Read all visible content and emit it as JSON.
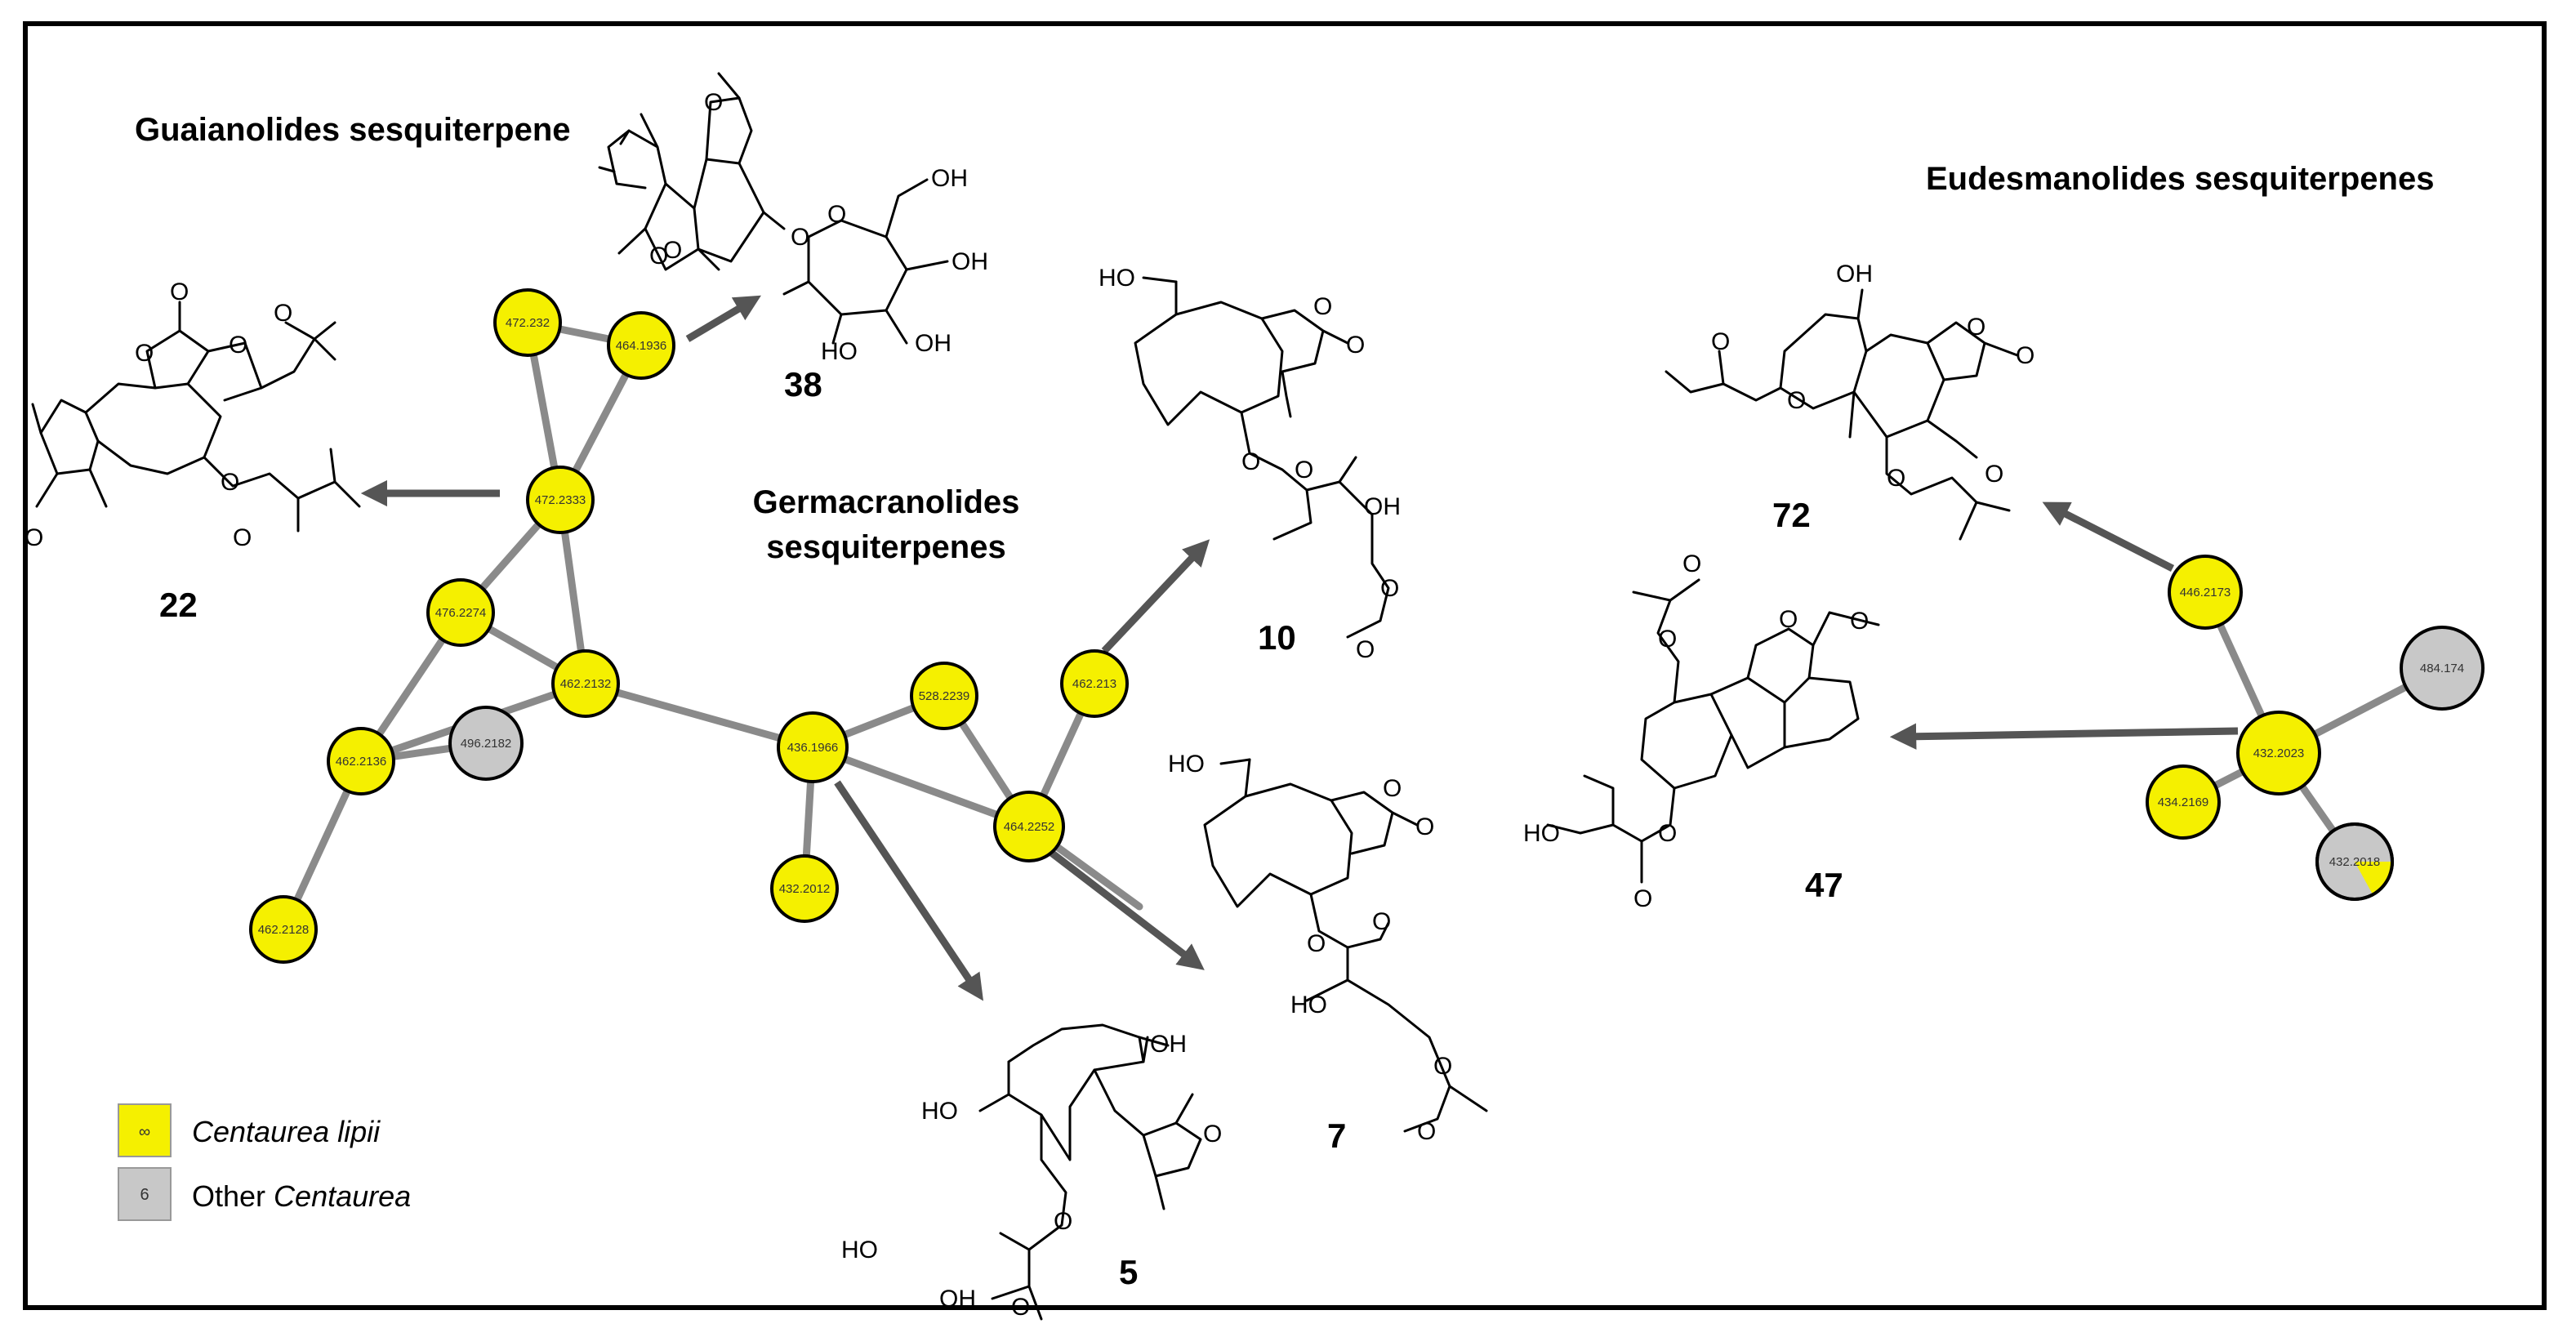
{
  "titles": {
    "guaianolides": "Guaianolides sesquiterpene",
    "germacranolides_line1": "Germacranolides",
    "germacranolides_line2": "sesquiterpenes",
    "eudesmanolides": "Eudesmanolides sesquiterpenes"
  },
  "compounds": {
    "c38": "38",
    "c22": "22",
    "c10": "10",
    "c7": "7",
    "c5": "5",
    "c72": "72",
    "c47": "47"
  },
  "atoms": {
    "O": "O",
    "OH": "OH",
    "HO": "HO"
  },
  "nodes": {
    "n472_232": "472.232",
    "n464_1936": "464.1936",
    "n472_2333": "472.2333",
    "n476_2274": "476.2274",
    "n462_2132": "462.2132",
    "n462_2136": "462.2136",
    "n496_2182": "496.2182",
    "n462_2128": "462.2128",
    "n436_1966": "436.1966",
    "n528_2239": "528.2239",
    "n462_213": "462.213",
    "n464_2252": "464.2252",
    "n432_2012": "432.2012",
    "n446_2173": "446.2173",
    "n484_174": "484.174",
    "n432_2023": "432.2023",
    "n434_2169": "434.2169",
    "n432_2018": "432.2018"
  },
  "legend": {
    "yellow_count": "∞",
    "gray_count": "6",
    "yellow_species": "Centaurea lipii",
    "gray_prefix": "Other ",
    "gray_species": "Centaurea"
  },
  "colors": {
    "lipii": "#f5f000",
    "other": "#c8c8c8",
    "edge": "#8a8a8a",
    "arrow": "#555555"
  }
}
